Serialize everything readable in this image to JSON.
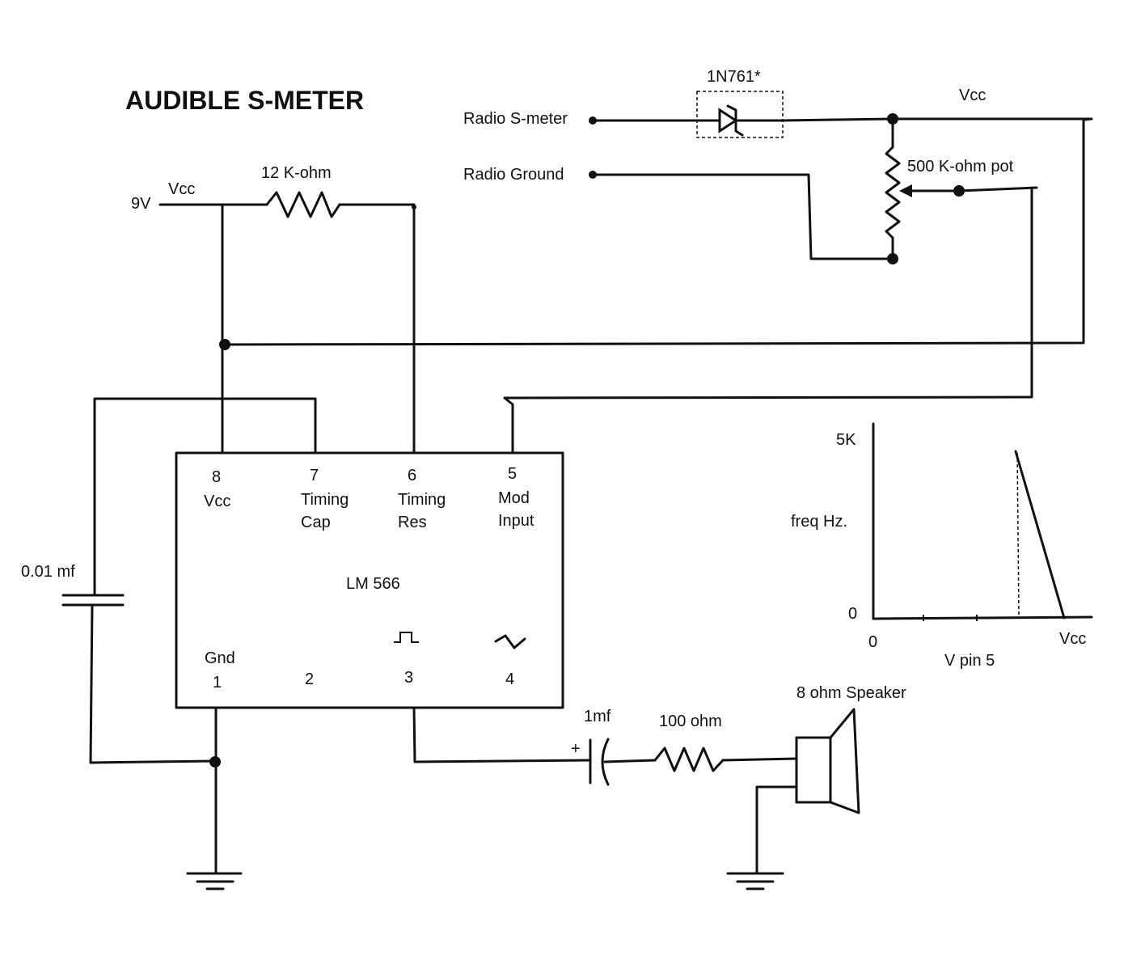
{
  "title": "AUDIBLE S-METER",
  "power": {
    "voltage": "9V",
    "vcc_label": "Vcc"
  },
  "resistor_12k": "12 K-ohm",
  "capacitor_001": "0.01 mf",
  "radio": {
    "smeter": "Radio S-meter",
    "ground": "Radio Ground"
  },
  "diode": "1N761*",
  "vcc_top": "Vcc",
  "pot": "500 K-ohm pot",
  "chip": {
    "name": "LM 566",
    "pins": {
      "p8_num": "8",
      "p8_name": "Vcc",
      "p7_num": "7",
      "p7_line1": "Timing",
      "p7_line2": "Cap",
      "p6_num": "6",
      "p6_line1": "Timing",
      "p6_line2": "Res",
      "p5_num": "5",
      "p5_line1": "Mod",
      "p5_line2": "Input",
      "p1_name": "Gnd",
      "p1_num": "1",
      "p2_num": "2",
      "p3_num": "3",
      "p4_num": "4"
    }
  },
  "output": {
    "cap": "1mf",
    "resistor": "100 ohm",
    "speaker": "8 ohm Speaker"
  },
  "graph": {
    "y_max": "5K",
    "y_label": "freq Hz.",
    "y_zero": "0",
    "x_zero": "0",
    "x_max": "Vcc",
    "x_label": "V pin 5"
  }
}
